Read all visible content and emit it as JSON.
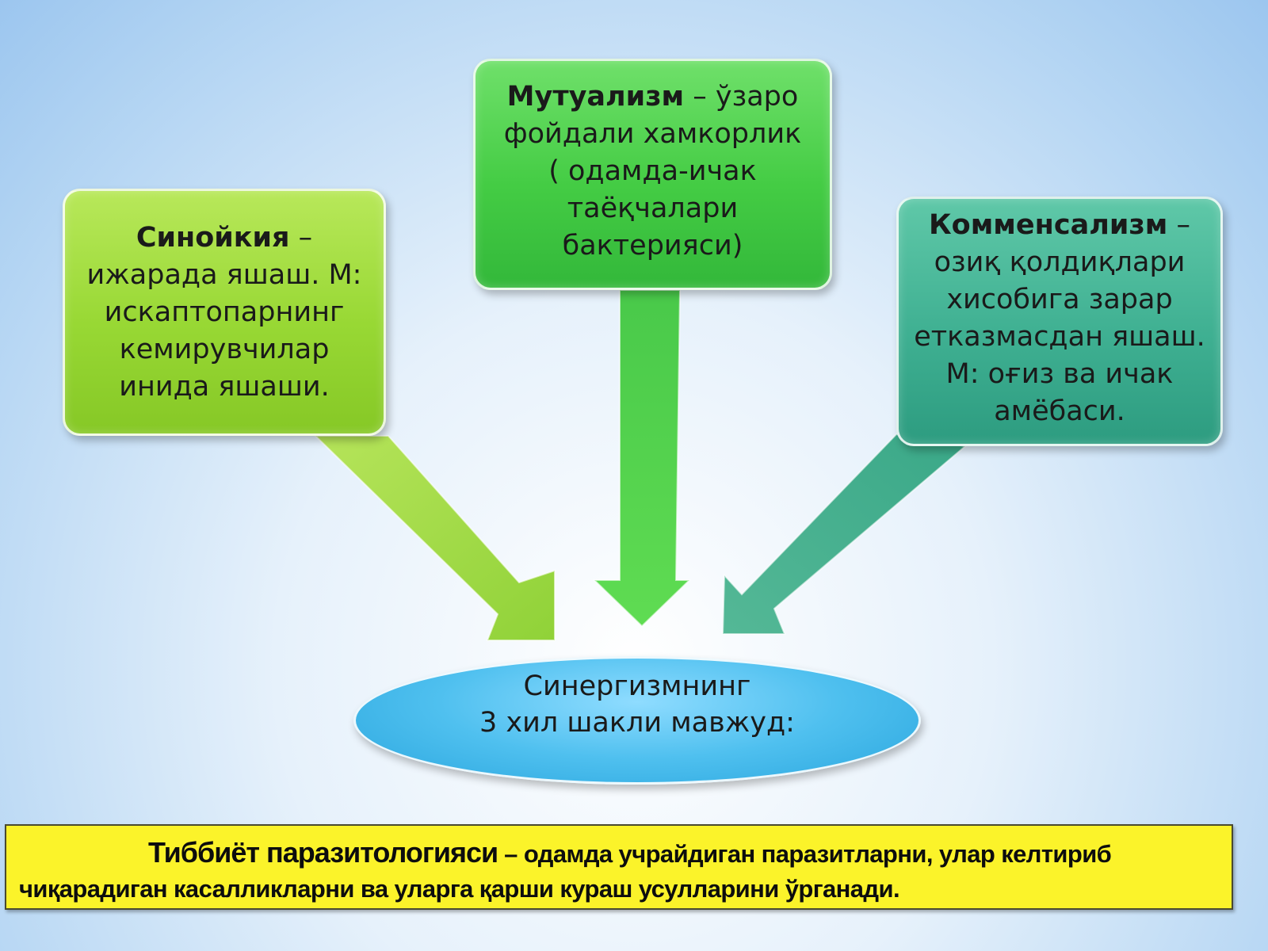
{
  "boxes": {
    "left": {
      "term": "Синойкия",
      "dash": " – ",
      "lines": [
        "ижарада яшаш. М:",
        "искаптопарнинг",
        "кемирувчилар",
        "инида яшаши."
      ]
    },
    "center": {
      "term": "Мутуализм",
      "dash": " – ",
      "first_rest": "ўзаро",
      "lines": [
        "фойдали хамкорлик",
        "( одамда-ичак",
        "таёқчалари",
        "бактерияси)"
      ]
    },
    "right": {
      "term": "Комменсализм",
      "dash": " –",
      "lines": [
        "озиқ қолдиқлари",
        "хисобига зарар",
        "етказмасдан яшаш.",
        "М: оғиз ва ичак",
        "амёбаси."
      ]
    }
  },
  "ellipse": {
    "lines": [
      "Синергизмнинг",
      "3 хил шакли мавжуд:"
    ]
  },
  "banner": {
    "term": "Тиббиёт паразитологияси",
    "line1_rest": " – одамда учрайдиган паразитларни, улар келтириб",
    "line2": "чиқарадиган касалликларни ва уларга қарши кураш усулларини ўрганади."
  },
  "colors": {
    "left_box": "#98d834",
    "center_box": "#44cc44",
    "right_box": "#3fb092",
    "ellipse": "#4fc0ef",
    "banner": "#fbf32a"
  }
}
